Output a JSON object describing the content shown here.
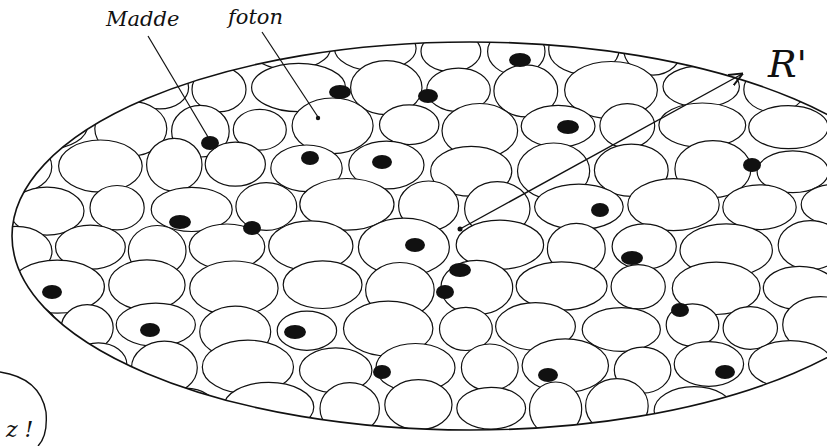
{
  "diagram": {
    "labels": [
      "Madde",
      "foton",
      "R'",
      "z !"
    ]
  }
}
